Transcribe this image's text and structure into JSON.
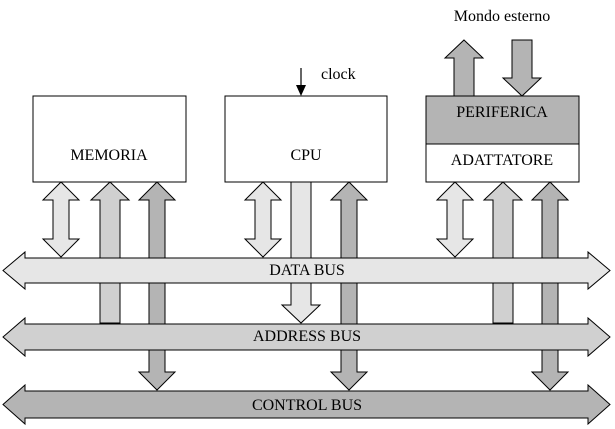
{
  "blocks": {
    "memoria": "MEMORIA",
    "cpu": "CPU",
    "periferica": "PERIFERICA",
    "adattatore": "ADATTATORE"
  },
  "labels": {
    "clock": "clock",
    "external_world": "Mondo esterno"
  },
  "buses": {
    "data": "DATA BUS",
    "address": "ADDRESS BUS",
    "control": "CONTROL BUS"
  },
  "colors": {
    "data_bus_fill": "#e6e6e6",
    "address_bus_fill": "#d0d0d0",
    "control_bus_fill": "#b4b4b4",
    "periferica_fill": "#b4b4b4",
    "box_fill": "#ffffff",
    "stroke": "#000000"
  }
}
